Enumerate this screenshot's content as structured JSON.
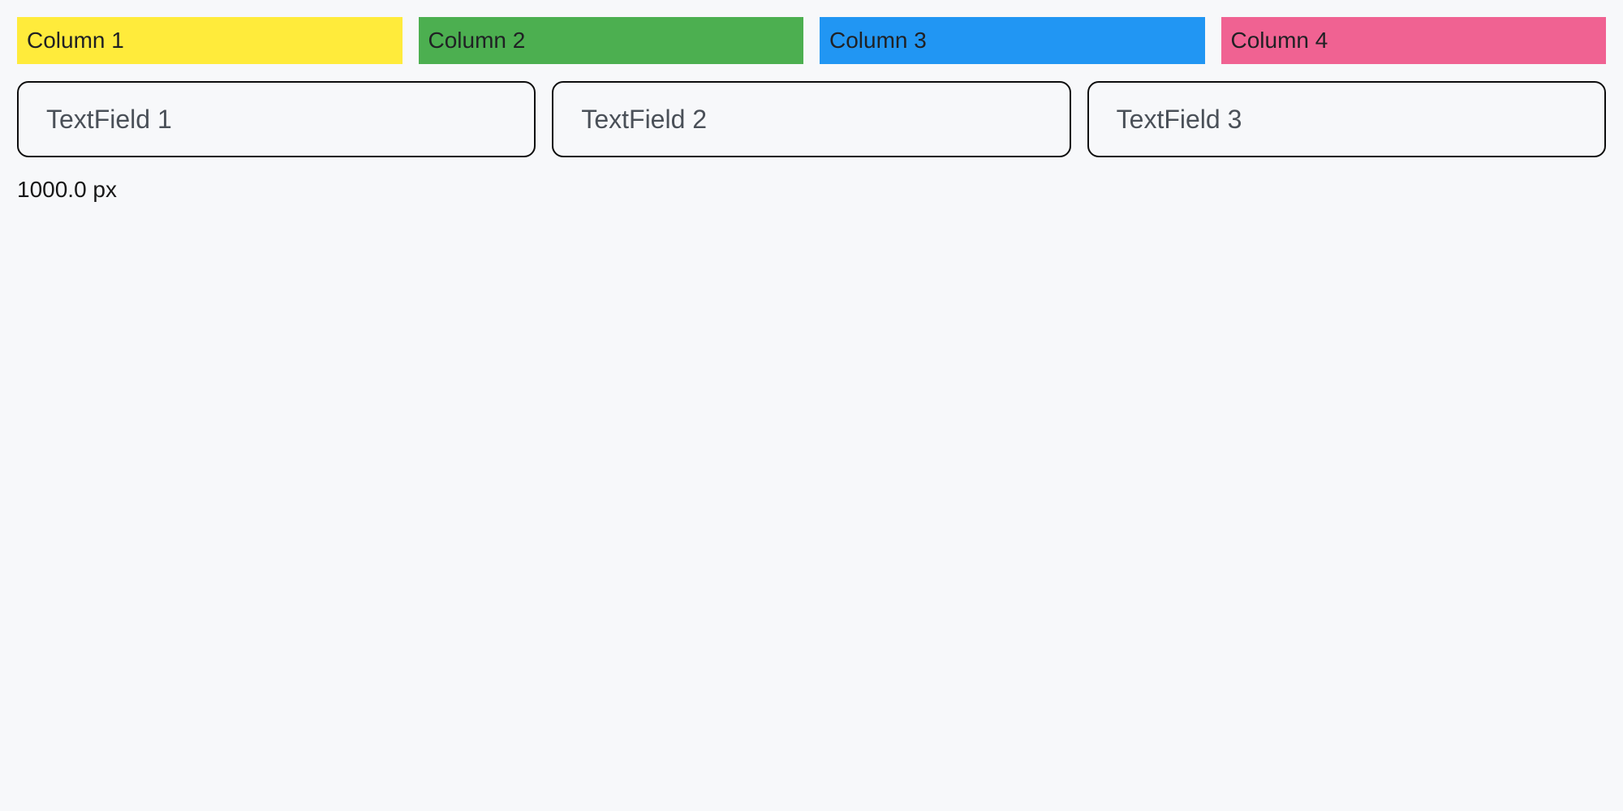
{
  "page": {
    "background": "#F7F8FA"
  },
  "columns": [
    {
      "label": "Column 1",
      "color": "#FFEB3B"
    },
    {
      "label": "Column 2",
      "color": "#4CAF50"
    },
    {
      "label": "Column 3",
      "color": "#2196F3"
    },
    {
      "label": "Column 4",
      "color": "#F06292"
    }
  ],
  "text_fields": [
    {
      "placeholder": "TextField 1"
    },
    {
      "placeholder": "TextField 2"
    },
    {
      "placeholder": "TextField 3"
    }
  ],
  "footer": {
    "width_label": "1000.0 px"
  }
}
